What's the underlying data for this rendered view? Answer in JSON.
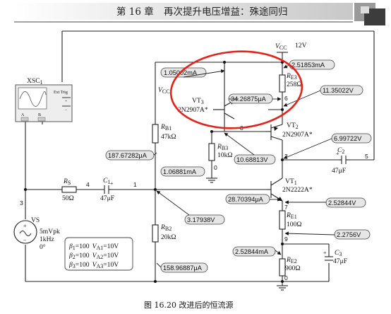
{
  "header": {
    "chapter": "第 16 章",
    "title": "再次提升电压增益：殊途同归"
  },
  "caption": "图 16.20   改进后的恒流源",
  "scope": {
    "ref": "XSC",
    "sub": "1",
    "ext": "Ext Trig",
    "plus": "+",
    "minus": "−",
    "a": "A",
    "b": "B"
  },
  "supply": {
    "v": "V",
    "sub": "CC",
    "value": "12V"
  },
  "vcc_label": {
    "v": "V",
    "sub": "CC"
  },
  "source": {
    "name": "VS",
    "l1": "5mVpk",
    "l2": "1kHz",
    "l3": "0°"
  },
  "rs": {
    "r": "R",
    "sub": "S",
    "val": "50Ω"
  },
  "c1": {
    "c": "C",
    "sub": "1",
    "val": "47μF"
  },
  "c2": {
    "c": "C",
    "sub": "2",
    "val": "47μF"
  },
  "c3": {
    "c": "C",
    "sub": "3",
    "val": "47μF"
  },
  "rb1": {
    "r": "R",
    "sub": "B1",
    "val": "47kΩ"
  },
  "rb2": {
    "r": "R",
    "sub": "B2",
    "val": "20kΩ"
  },
  "rb3": {
    "r": "R",
    "sub": "B3",
    "val": "10kΩ"
  },
  "re3": {
    "r": "R",
    "sub": "E3",
    "val": "258Ω"
  },
  "re1": {
    "r": "R",
    "sub": "E1",
    "val": "100Ω"
  },
  "re2": {
    "r": "R",
    "sub": "E2",
    "val": "900Ω"
  },
  "vt3": {
    "name": "VT",
    "sub": "3",
    "type": "2N2907A*"
  },
  "vt2": {
    "name": "VT",
    "sub": "2",
    "type": "2N2907A*"
  },
  "vt1": {
    "name": "VT",
    "sub": "1",
    "type": "2N2222A*"
  },
  "beta": [
    {
      "b": "β",
      "s": "1",
      "eq": "=100",
      "v": "V",
      "vs": "A1",
      "veq": "=10V"
    },
    {
      "b": "β",
      "s": "2",
      "eq": "=100",
      "v": "V",
      "vs": "A2",
      "veq": "=10V"
    },
    {
      "b": "β",
      "s": "3",
      "eq": "=100",
      "v": "V",
      "vs": "A3",
      "veq": "=10V"
    }
  ],
  "nodes": [
    "1",
    "2",
    "3",
    "4",
    "5",
    "6",
    "7",
    "8",
    "9",
    "0",
    "0"
  ],
  "probes": {
    "p_i1": "1.05002mA",
    "p_i2": "2.51853mA",
    "p_i3": "34.26875μA",
    "p_v1": "11.35022V",
    "p_i4": "10.68813V",
    "p_v2": "6.99722V",
    "p_i5": "187.67282μA",
    "p_i6": "1.06881mA",
    "p_i7": "28.70394μA",
    "p_v3": "2.52844V",
    "p_v4": "3.17938V",
    "p_v5": "2.2756V",
    "p_i8": "2.52844mA",
    "p_i9": "158.96887μA"
  }
}
